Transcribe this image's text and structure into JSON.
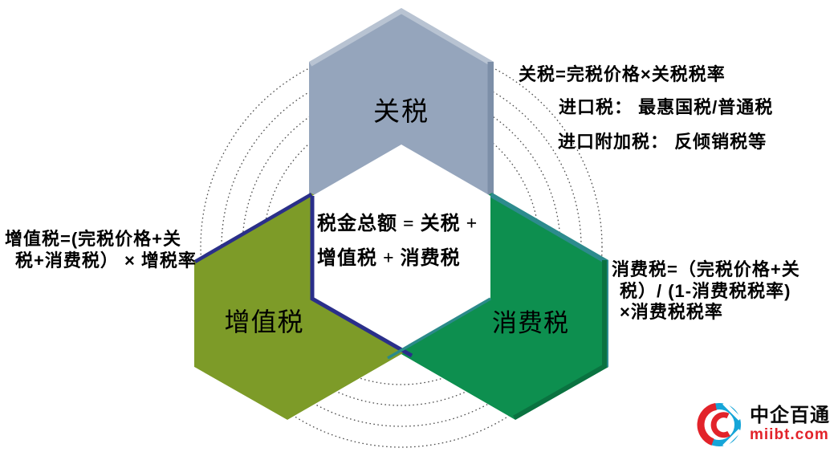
{
  "diagram": {
    "hexagons": {
      "tariff": {
        "label": "关税",
        "fill": "#95a5bc",
        "bevel": "#b8c3d2",
        "side": "#7d8fa8"
      },
      "vat": {
        "label": "增值税",
        "fill": "#7d9b28",
        "edge": "#2a2f8a"
      },
      "consumption": {
        "label": "消费税",
        "fill": "#0d8f4f",
        "side": "#0a7240",
        "edge": "#2d8b8e"
      }
    },
    "center": {
      "line1": "税金总额 = 关税 +",
      "line2": "增值税 + 消费税",
      "border_left": "#2a2f8a",
      "border_right": "#2b8a8a"
    },
    "annotations": {
      "tariff_line1": "关税=完税价格×关税税率",
      "tariff_line2": "进口税： 最惠国税/普通税",
      "tariff_line3": "进口附加税： 反倾销税等",
      "vat_line1": "增值税=(完税价格+关",
      "vat_line2": "税+消费税） × 增税率",
      "consumption_line1": "消费税=（完税价格+关",
      "consumption_line2": "税）/ (1-消费税税率)",
      "consumption_line3": "×消费税税率"
    }
  },
  "logo": {
    "name": "中企百通",
    "domain": "miibt.com",
    "name_color": "#0b0b0b",
    "domain_color": "#e2232a",
    "icon_red": "#e2232a",
    "icon_blue": "#16a5d8"
  }
}
